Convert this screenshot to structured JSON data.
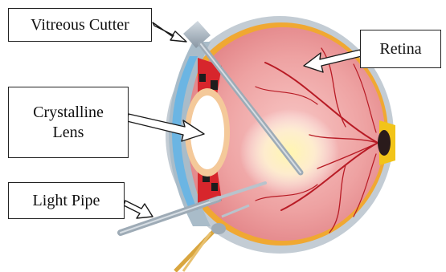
{
  "labels": {
    "vitreous_cutter": "Vitreous Cutter",
    "retina": "Retina",
    "crystalline_lens_line1": "Crystalline",
    "crystalline_lens_line2": "Lens",
    "light_pipe": "Light Pipe"
  },
  "colors": {
    "sclera": "#b7c2cc",
    "retina_fill": "#eb9a9a",
    "retina_border": "#f0a832",
    "vessel": "#b81b25",
    "cornea": "#6bb5e3",
    "iris": "#d7262c",
    "lens": "#f4c99a",
    "instrument": "#a8b4bf",
    "optic_nerve": "#f2c419",
    "light_fiber": "#d9a63f"
  }
}
